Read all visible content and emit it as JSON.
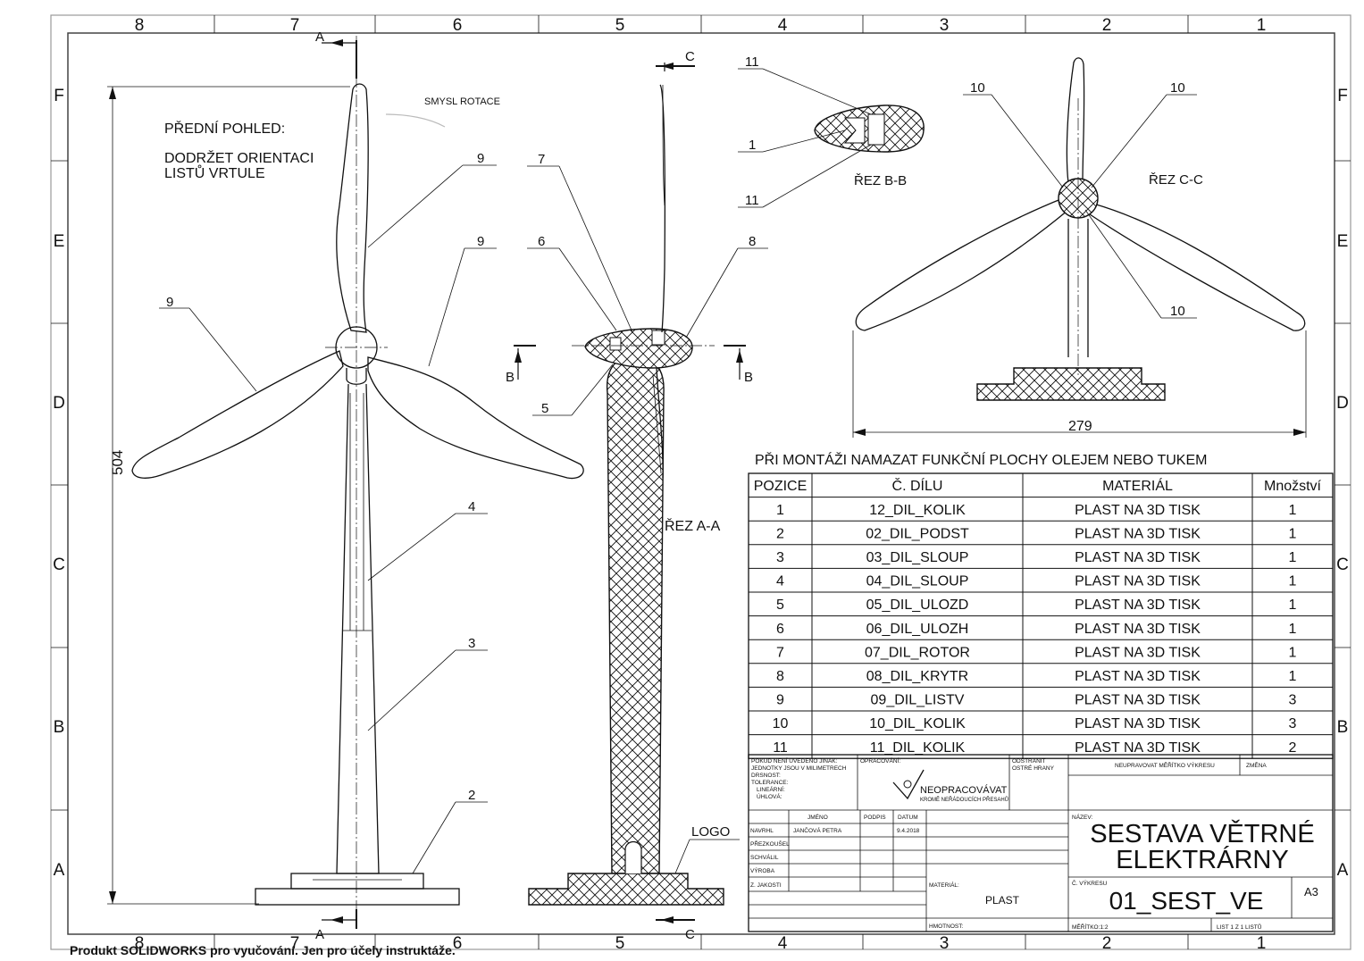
{
  "zones": {
    "columns": [
      "8",
      "7",
      "6",
      "5",
      "4",
      "3",
      "2",
      "1"
    ],
    "rows": [
      "F",
      "E",
      "D",
      "C",
      "B",
      "A"
    ]
  },
  "front_view": {
    "note_title": "PŘEDNÍ POHLED:",
    "note_line1": "DODRŽET ORIENTACI",
    "note_line2": "LISTŮ VRTULE",
    "rotation_label": "SMYSL ROTACE",
    "height_dim": "504",
    "section_letter": "A"
  },
  "section_aa": {
    "label": "ŘEZ A-A",
    "cut_letter_b": "B",
    "cut_letter_c": "C",
    "logo_label": "LOGO"
  },
  "section_bb": {
    "label": "ŘEZ B-B"
  },
  "section_cc": {
    "label": "ŘEZ C-C",
    "width_dim": "279"
  },
  "callouts": {
    "c1": "1",
    "c2": "2",
    "c3": "3",
    "c4": "4",
    "c5": "5",
    "c6": "6",
    "c7": "7",
    "c8": "8",
    "c9": "9",
    "c10": "10",
    "c11": "11"
  },
  "assembly_note": "PŘI MONTÁŽI NAMAZAT FUNKČNÍ PLOCHY OLEJEM NEBO TUKEM",
  "bom": {
    "headers": [
      "POZICE",
      "Č. DÍLU",
      "MATERIÁL",
      "Množství"
    ],
    "rows": [
      [
        "1",
        "12_DIL_KOLIK",
        "PLAST NA 3D TISK",
        "1"
      ],
      [
        "2",
        "02_DIL_PODST",
        "PLAST NA 3D TISK",
        "1"
      ],
      [
        "3",
        "03_DIL_SLOUP",
        "PLAST NA 3D TISK",
        "1"
      ],
      [
        "4",
        "04_DIL_SLOUP",
        "PLAST NA 3D TISK",
        "1"
      ],
      [
        "5",
        "05_DIL_ULOZD",
        "PLAST NA 3D TISK",
        "1"
      ],
      [
        "6",
        "06_DIL_ULOZH",
        "PLAST NA 3D TISK",
        "1"
      ],
      [
        "7",
        "07_DIL_ROTOR",
        "PLAST NA 3D TISK",
        "1"
      ],
      [
        "8",
        "08_DIL_KRYTR",
        "PLAST NA 3D TISK",
        "1"
      ],
      [
        "9",
        "09_DIL_LISTV",
        "PLAST NA 3D TISK",
        "3"
      ],
      [
        "10",
        "10_DIL_KOLIK",
        "PLAST NA 3D TISK",
        "3"
      ],
      [
        "11",
        "11_DIL_KOLIK",
        "PLAST NA 3D TISK",
        "2"
      ]
    ]
  },
  "title_block": {
    "units_1": "POKUD NENÍ UVEDENO JINAK:",
    "units_2": "JEDNOTKY JSOU V MILIMETRECH",
    "units_3": "DRSNOST:",
    "units_4": "TOLERANCE:",
    "units_5": "LINEÁRNÍ:",
    "units_6": "ÚHLOVÁ:",
    "finish": "OPRACOVÁNÍ:",
    "finish_value": "NEOPRACOVÁVAT",
    "finish_sub": "KROMĚ NEŘÁDOUCÍCH PŘESAHŮ",
    "edges_1": "ODSTRANIT",
    "edges_2": "OSTRÉ HRANY",
    "no_scale": "NEUPRAVOVAT MĚŘÍTKO VÝKRESU",
    "change": "ZMĚNA",
    "col_name": "JMÉNO",
    "col_sign": "PODPIS",
    "col_date": "DATUM",
    "drawn": "NAVRHL",
    "drawn_name": "JANČOVÁ PETRA",
    "drawn_date": "9.4.2018",
    "checked": "PŘEZKOUŠEL",
    "approved": "SCHVÁLIL",
    "production": "VÝROBA",
    "quality": "Z. JAKOSTI",
    "material_lbl": "MATERIÁL:",
    "material_val": "PLAST",
    "weight_lbl": "HMOTNOST:",
    "title_lbl": "NÁZEV:",
    "title_1": "SESTAVA VĚTRNÉ",
    "title_2": "ELEKTRÁRNY",
    "dwg_no_lbl": "Č. VÝKRESU",
    "dwg_no": "01_SEST_VE",
    "size": "A3",
    "scale": "MĚŘÍTKO:1:2",
    "sheet": "LIST 1 Z 1 LISTŮ"
  },
  "footer": "Produkt SOLIDWORKS pro vyučování. Jen pro účely instruktáže."
}
